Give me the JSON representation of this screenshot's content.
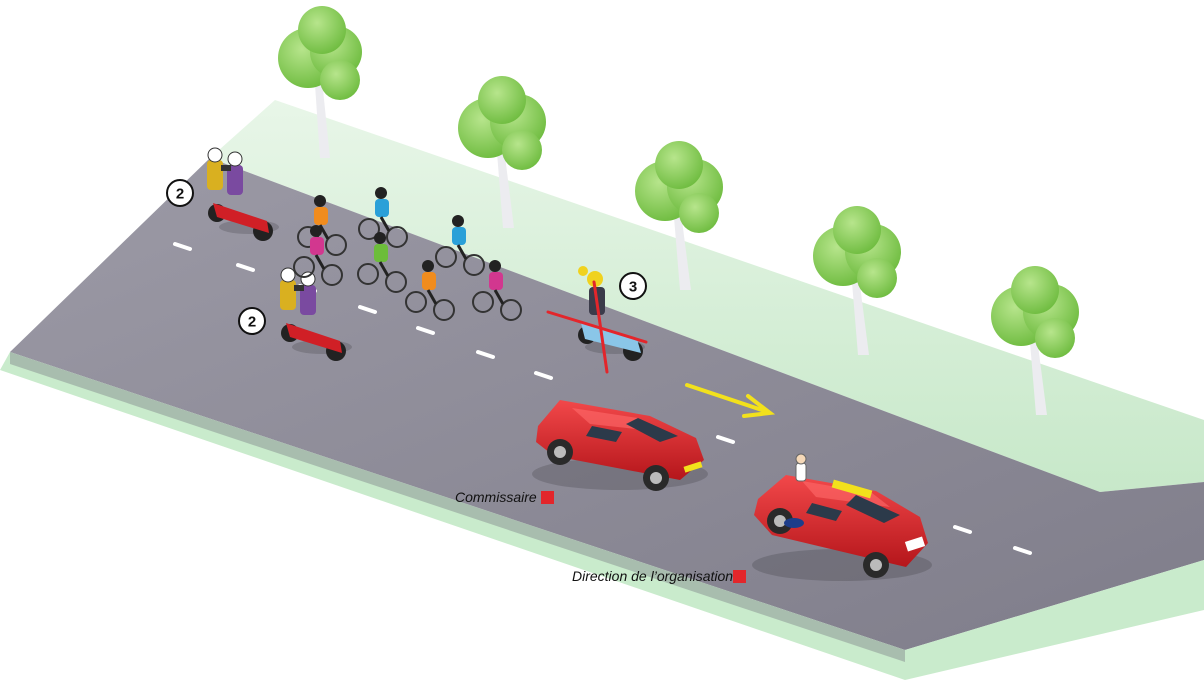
{
  "markers": [
    "2",
    "2",
    "3"
  ],
  "labels": {
    "commissaire": "Commissaire",
    "direction": "Direction de l’organisation"
  },
  "colors": {
    "road": "#8e8c99",
    "verge": "#cdeccf",
    "lane_marking": "#ffffff",
    "car_red": "#e3262b",
    "direction_arrow": "#f2e11c",
    "cross_out": "#e3262b",
    "legend_square": "#e3262b"
  },
  "icons": [
    "tree-icon",
    "cyclist-icon",
    "camera-motorbike-icon",
    "commissaire-car-icon",
    "organisation-car-icon",
    "direction-arrow-icon"
  ]
}
